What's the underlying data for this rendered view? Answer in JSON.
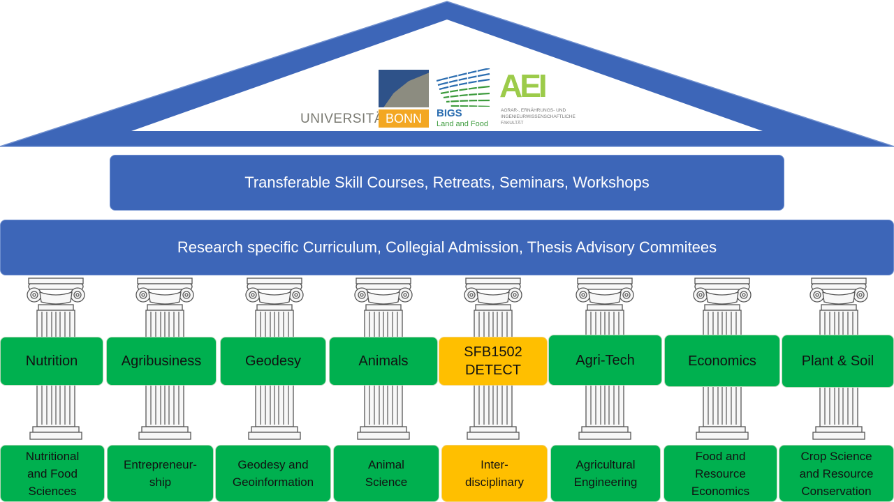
{
  "roof": {
    "logos": {
      "uni_bonn": {
        "university": "UNIVERSITÄT",
        "city": "BONN"
      },
      "bigs": {
        "name": "BIGS",
        "subtitle": "Land and Food"
      },
      "aei": {
        "mark": "AEI",
        "text": "AGRAR-, ERNÄHRUNGS- UND INGENIEURWISSENSCHAFTLICHE FAKULTÄT"
      }
    }
  },
  "bars": {
    "skills": "Transferable Skill Courses, Retreats, Seminars, Workshops",
    "curriculum": "Research specific Curriculum, Collegial Admission, Thesis Advisory Commitees"
  },
  "colors": {
    "roof_blue": "#3d66b8",
    "pillar_green": "#00b04f",
    "highlight_gold": "#ffbf00"
  },
  "pillars": [
    {
      "label": "Nutrition",
      "base": "Nutritional\nand Food\nSciences",
      "highlight": false
    },
    {
      "label": "Agribusiness",
      "base": "Entrepreneur-\nship",
      "highlight": false
    },
    {
      "label": "Geodesy",
      "base": "Geodesy and\nGeoinformation",
      "highlight": false
    },
    {
      "label": "Animals",
      "base": "Animal\nScience",
      "highlight": false
    },
    {
      "label": "SFB1502\nDETECT",
      "base": "Inter-\ndisciplinary",
      "highlight": true
    },
    {
      "label": "Agri-Tech",
      "base": "Agricultural\nEngineering",
      "highlight": false
    },
    {
      "label": "Economics",
      "base": "Food and\nResource\nEconomics",
      "highlight": false
    },
    {
      "label": "Plant & Soil",
      "base": "Crop Science\nand Resource\nConservation",
      "highlight": false
    }
  ]
}
